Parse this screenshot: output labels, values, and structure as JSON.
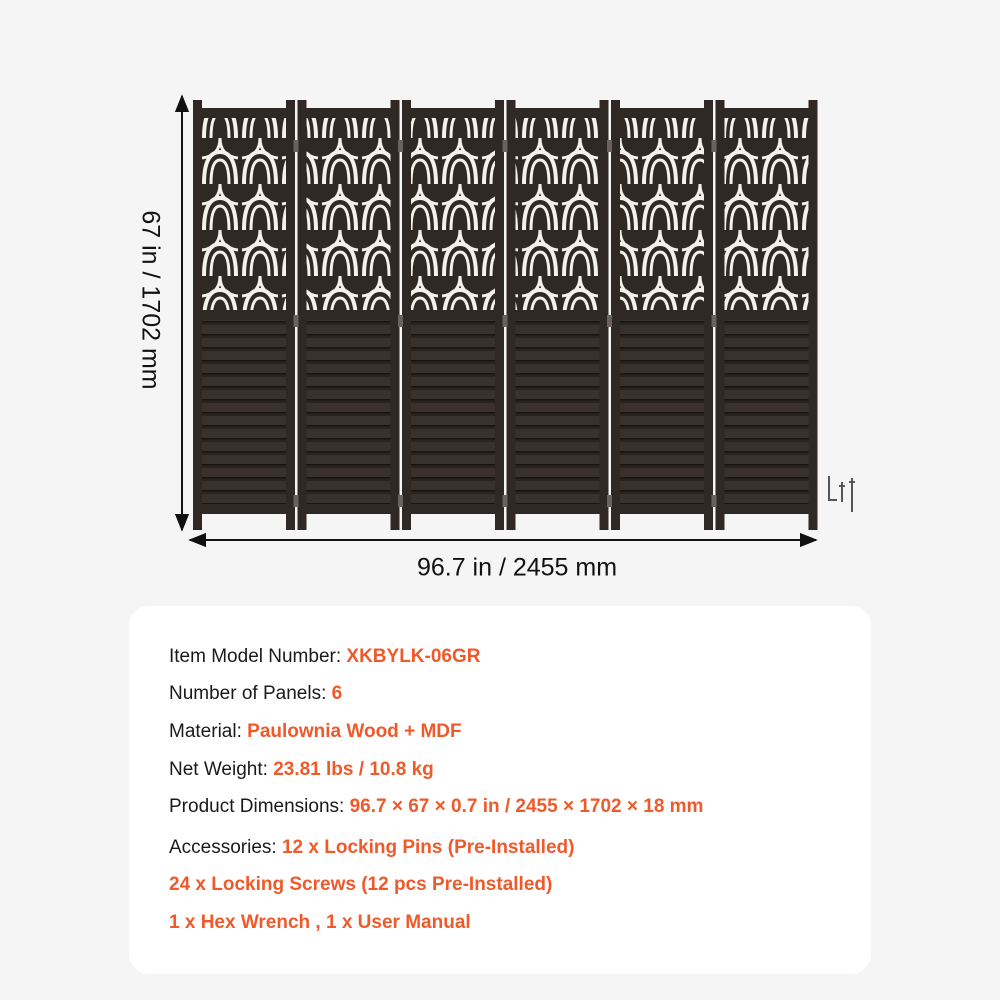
{
  "product": {
    "panel_count": 6,
    "frame_color": "#2f2824",
    "accent_color": "#f0592a"
  },
  "dimensions": {
    "height_label": "67 in / 1702 mm",
    "width_label": "96.7 in / 2455 mm"
  },
  "specs": {
    "model": {
      "label": "Item Model Number: ",
      "value": "XKBYLK-06GR"
    },
    "panels": {
      "label": "Number of Panels: ",
      "value": "6"
    },
    "material": {
      "label": "Material: ",
      "value": "Paulownia Wood + MDF"
    },
    "weight": {
      "label": "Net Weight: ",
      "value": "23.81 lbs / 10.8 kg"
    },
    "dimensions": {
      "label": "Product Dimensions: ",
      "value": "96.7 × 67 × 0.7 in / 2455 × 1702 × 18 mm"
    },
    "accessories": {
      "label": "Accessories: ",
      "value": "12 x Locking Pins (Pre-Installed)",
      "line2": "24 x Locking Screws (12 pcs Pre-Installed)",
      "line3": "1 x Hex Wrench , 1 x User Manual"
    }
  },
  "icons": {
    "hardware": "hex-wrench-and-screws-icon"
  }
}
